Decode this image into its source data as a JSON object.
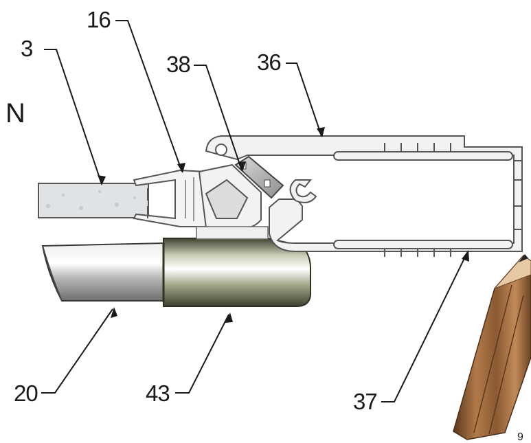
{
  "figure": {
    "letter": "N",
    "page_number": "9",
    "callouts": [
      {
        "id": "3",
        "label": "3"
      },
      {
        "id": "16",
        "label": "16"
      },
      {
        "id": "38",
        "label": "38"
      },
      {
        "id": "36",
        "label": "36"
      },
      {
        "id": "20",
        "label": "20"
      },
      {
        "id": "43",
        "label": "43"
      },
      {
        "id": "37",
        "label": "37"
      }
    ]
  },
  "colors": {
    "profile_fill": "#f2f2f2",
    "profile_stroke": "#555555",
    "glass_fill": "#dfe3e6",
    "tube_silver": "#bfbfbf",
    "tube_olive": "#707a55",
    "pencil_wood": "#8a5a33"
  }
}
